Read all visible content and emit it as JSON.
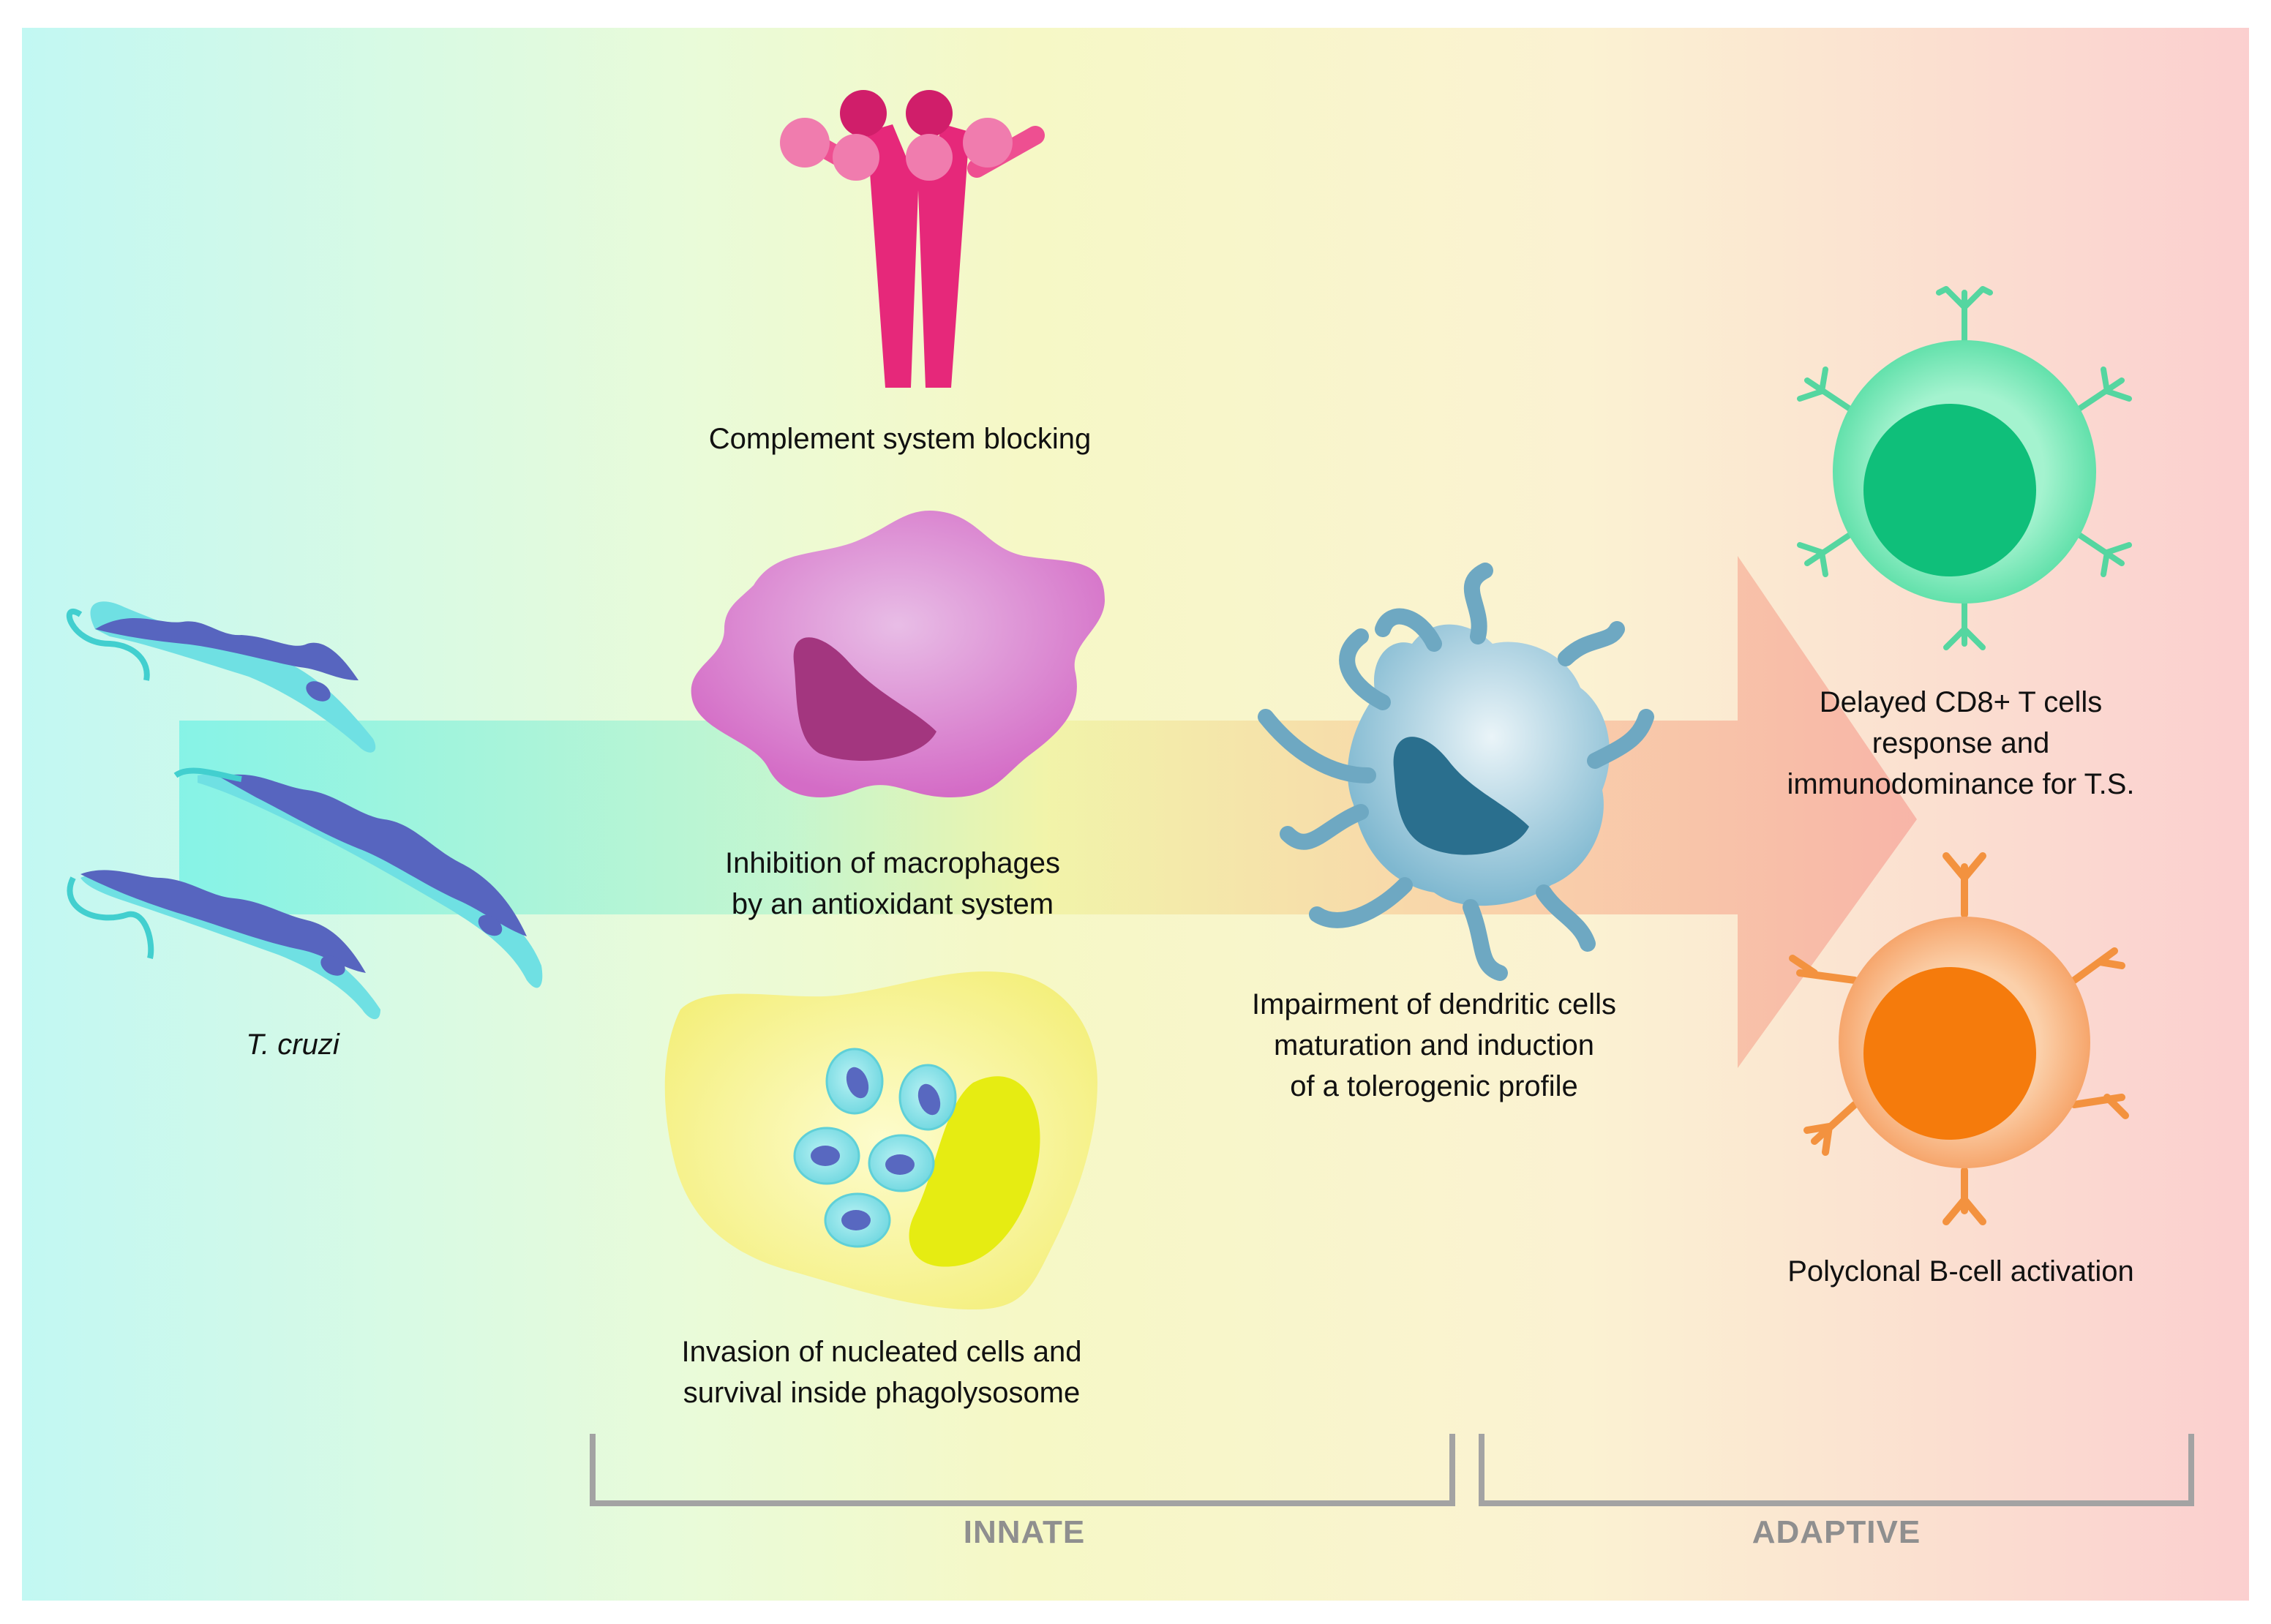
{
  "labels": {
    "pathogen": "T. cruzi",
    "complement": "Complement system blocking",
    "macrophage": "Inhibition of macrophages\nby an antioxidant system",
    "invasion": "Invasion of nucleated cells and\nsurvival inside phagolysosome",
    "dendritic": "Impairment of dendritic cells\nmaturation and induction\nof a tolerogenic profile",
    "tcell": "Delayed CD8+ T cells\nresponse and\nimmunodominance for T.S.",
    "bcell": "Polyclonal B-cell activation"
  },
  "phases": {
    "innate": "INNATE",
    "adaptive": "ADAPTIVE"
  },
  "icons": {
    "pathogen": "trypanosome-icon",
    "complement": "complement-protein-icon",
    "macrophage": "macrophage-icon",
    "infected_cell": "infected-cell-icon",
    "dendritic": "dendritic-cell-icon",
    "tcell": "t-cell-icon",
    "bcell": "b-cell-icon"
  },
  "colors": {
    "bg_left": "#c4f8f2",
    "bg_mid": "#f8f6c4",
    "bg_right": "#fbd0cf",
    "arrow_start": "#7ff2e4",
    "arrow_end": "#f7b0a0",
    "trypanosome": "#5fe3e3",
    "trypanosome_fin": "#5869c0",
    "complement": "#e6287a",
    "complement_head": "#f07cae",
    "macrophage": "#d97cc9",
    "macrophage_nucleus": "#a3367f",
    "host_cell": "#f5f28a",
    "host_nucleus": "#e8ec12",
    "dendritic": "#a6cfe0",
    "dendritic_nucleus": "#2a6f8e",
    "tcell": "#62e0ac",
    "tcell_nucleus": "#0fbf7a",
    "bcell": "#f6ad74",
    "bcell_nucleus": "#f57b0c",
    "bracket": "#a3a3a3"
  }
}
